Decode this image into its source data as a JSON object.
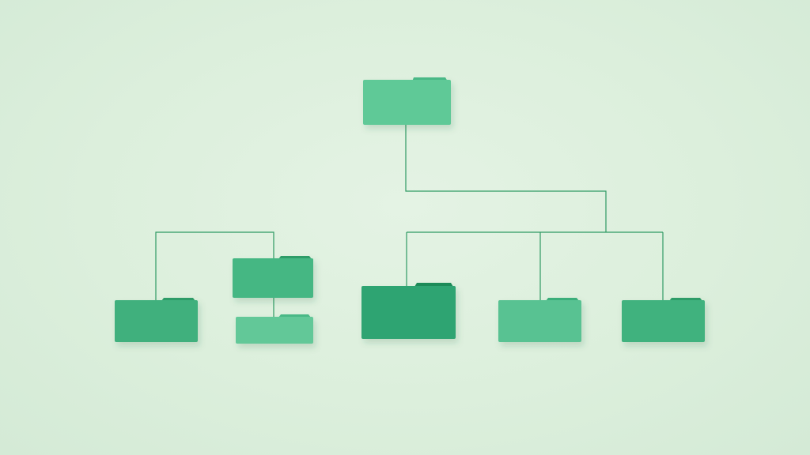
{
  "diagram": {
    "type": "folder-hierarchy",
    "background": "#ddf0dd",
    "connector_color": "#2f9a63",
    "colors": {
      "light": "#5ec997",
      "medium": "#45b783",
      "dark": "#2fa472",
      "tab_light": "#4ab886",
      "tab_medium": "#2e9c68",
      "tab_dark": "#1f8a58"
    },
    "nodes": [
      {
        "id": "root",
        "shade": "light",
        "icon": "folder-icon"
      },
      {
        "id": "left-parent",
        "shade": "medium",
        "icon": "folder-icon"
      },
      {
        "id": "left-child-a",
        "shade": "medium",
        "icon": "folder-icon"
      },
      {
        "id": "left-child-b",
        "shade": "light",
        "icon": "folder-icon"
      },
      {
        "id": "right-parent",
        "shade": "dark",
        "icon": "folder-icon"
      },
      {
        "id": "right-child-a",
        "shade": "light",
        "icon": "folder-icon"
      },
      {
        "id": "right-child-b",
        "shade": "medium",
        "icon": "folder-icon"
      }
    ],
    "edges": [
      {
        "from": "root",
        "to": "right-parent"
      },
      {
        "from": "right-parent",
        "to": "right-child-a"
      },
      {
        "from": "right-parent",
        "to": "right-child-b"
      },
      {
        "from": "left-parent",
        "to": "left-child-a"
      },
      {
        "from": "left-parent",
        "to": "left-child-b"
      }
    ]
  }
}
